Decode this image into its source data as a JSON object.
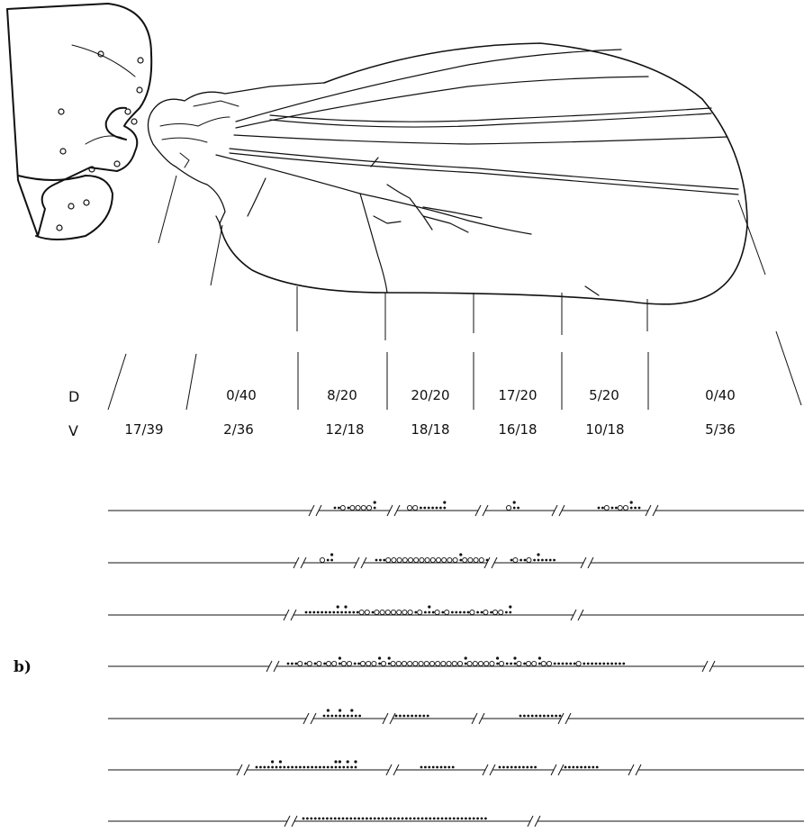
{
  "row_labels": {
    "dorsal": "D",
    "ventral": "V"
  },
  "dorsal_counts": [
    "0/40",
    "8/20",
    "20/20",
    "17/20",
    "5/20",
    "0/40"
  ],
  "ventral_counts": [
    "17/39",
    "2/36",
    "12/18",
    "18/18",
    "16/18",
    "10/18",
    "5/36"
  ],
  "panel_label": "b)"
}
